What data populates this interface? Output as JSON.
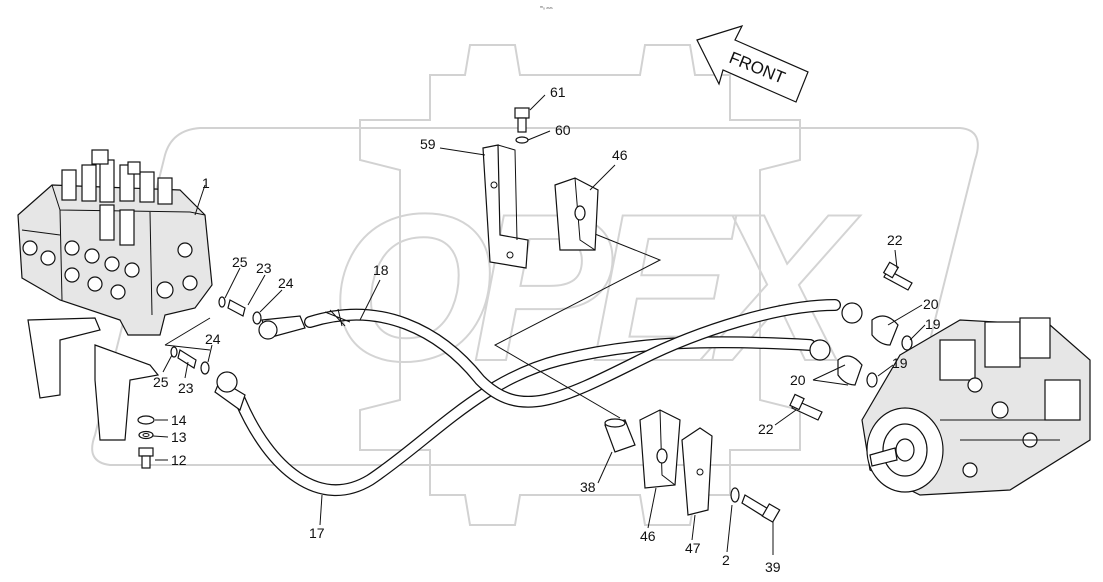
{
  "header": {
    "mark": "ᵐ₀ ₘₘ"
  },
  "direction": {
    "label": "FRONT"
  },
  "watermark": {
    "text": "OPEX"
  },
  "callouts": {
    "c1": "1",
    "c2": "2",
    "c12": "12",
    "c13": "13",
    "c14": "14",
    "c17": "17",
    "c18": "18",
    "c19a": "19",
    "c19b": "19",
    "c20a": "20",
    "c20b": "20",
    "c22a": "22",
    "c22b": "22",
    "c23a": "23",
    "c23b": "23",
    "c24a": "24",
    "c24b": "24",
    "c25a": "25",
    "c25b": "25",
    "c38": "38",
    "c39": "39",
    "c46a": "46",
    "c46b": "46",
    "c47": "47",
    "c59": "59",
    "c60": "60",
    "c61": "61"
  }
}
